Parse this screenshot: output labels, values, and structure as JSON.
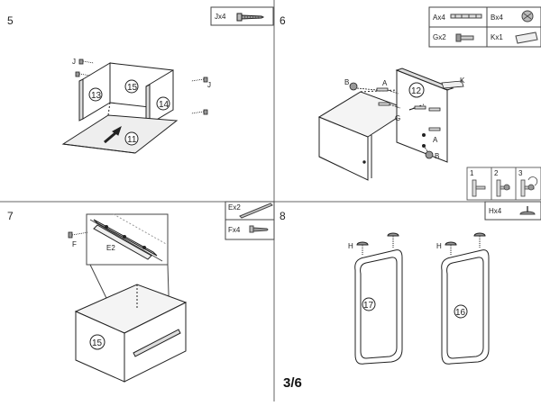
{
  "page": {
    "number": "3/6"
  },
  "steps": [
    {
      "number": "5",
      "legend": [
        {
          "code": "Jx4",
          "icon": "screw-icon"
        }
      ],
      "labels": {
        "screw": "J",
        "parts": [
          "13",
          "15",
          "14",
          "11"
        ]
      }
    },
    {
      "number": "6",
      "legend": [
        {
          "code": "Ax4",
          "icon": "dowel-icon"
        },
        {
          "code": "Bx4",
          "icon": "cam-lock-icon"
        },
        {
          "code": "Gx2",
          "icon": "cam-bolt-icon"
        },
        {
          "code": "Kx1",
          "icon": "panel-strip-icon"
        }
      ],
      "labels": {
        "a": "A",
        "b": "B",
        "g": "G",
        "k": "K",
        "part": "12"
      },
      "mini_steps": [
        "1",
        "2",
        "3"
      ]
    },
    {
      "number": "7",
      "legend": [
        {
          "code": "Ex2",
          "icon": "drawer-rail-icon"
        },
        {
          "code": "Fx4",
          "icon": "screw-icon"
        }
      ],
      "labels": {
        "f": "F",
        "e2": "E2",
        "part": "15"
      }
    },
    {
      "number": "8",
      "legend": [
        {
          "code": "Hx4",
          "icon": "glide-icon"
        }
      ],
      "labels": {
        "h": "H",
        "parts": [
          "17",
          "16"
        ]
      }
    }
  ]
}
